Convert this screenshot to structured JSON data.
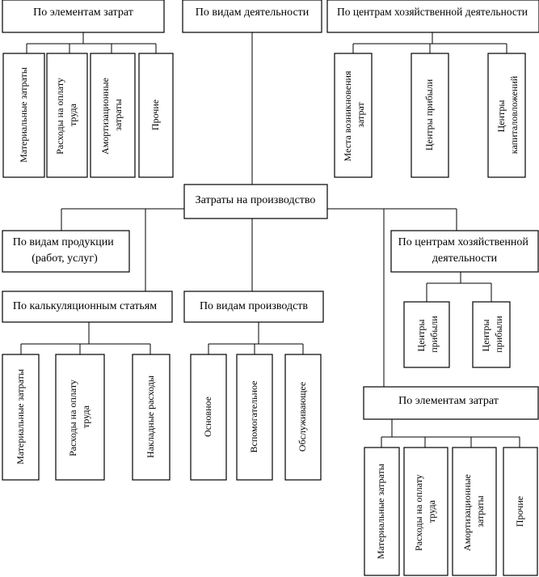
{
  "diagram": {
    "root": "Затраты на производство",
    "top_groups": {
      "cost_elements": {
        "title": "По элементам затрат",
        "items": [
          "Материальные затраты",
          "Расходы на оплату труда",
          "Амортизационные затраты",
          "Прочие"
        ]
      },
      "activity_types": {
        "title": "По видам деятельности"
      },
      "responsibility_centers": {
        "title": "По центрам хозяйственной деятельности",
        "items": [
          "Места возникновения затрат",
          "Центры прибыли",
          "Центры капиталовложений"
        ]
      }
    },
    "bottom_groups": {
      "product_types": {
        "title": "По видам продукции (работ, услуг)"
      },
      "costing_items": {
        "title": "По калькуляционным статьям",
        "items": [
          "Материальные затраты",
          "Расходы на оплату труда",
          "Накладные расходы"
        ]
      },
      "production_types": {
        "title": "По видам производств",
        "items": [
          "Основное",
          "Вспомогательное",
          "Обслуживающее"
        ]
      },
      "responsibility_centers": {
        "title": "По центрам хозяйственной деятельности",
        "items": [
          "Центры прибыли",
          "Центры прибыли"
        ]
      },
      "cost_elements": {
        "title": "По элементам затрат",
        "items": [
          "Материальные затраты",
          "Расходы на оплату труда",
          "Амортизационные затраты",
          "Прочие"
        ]
      }
    }
  }
}
